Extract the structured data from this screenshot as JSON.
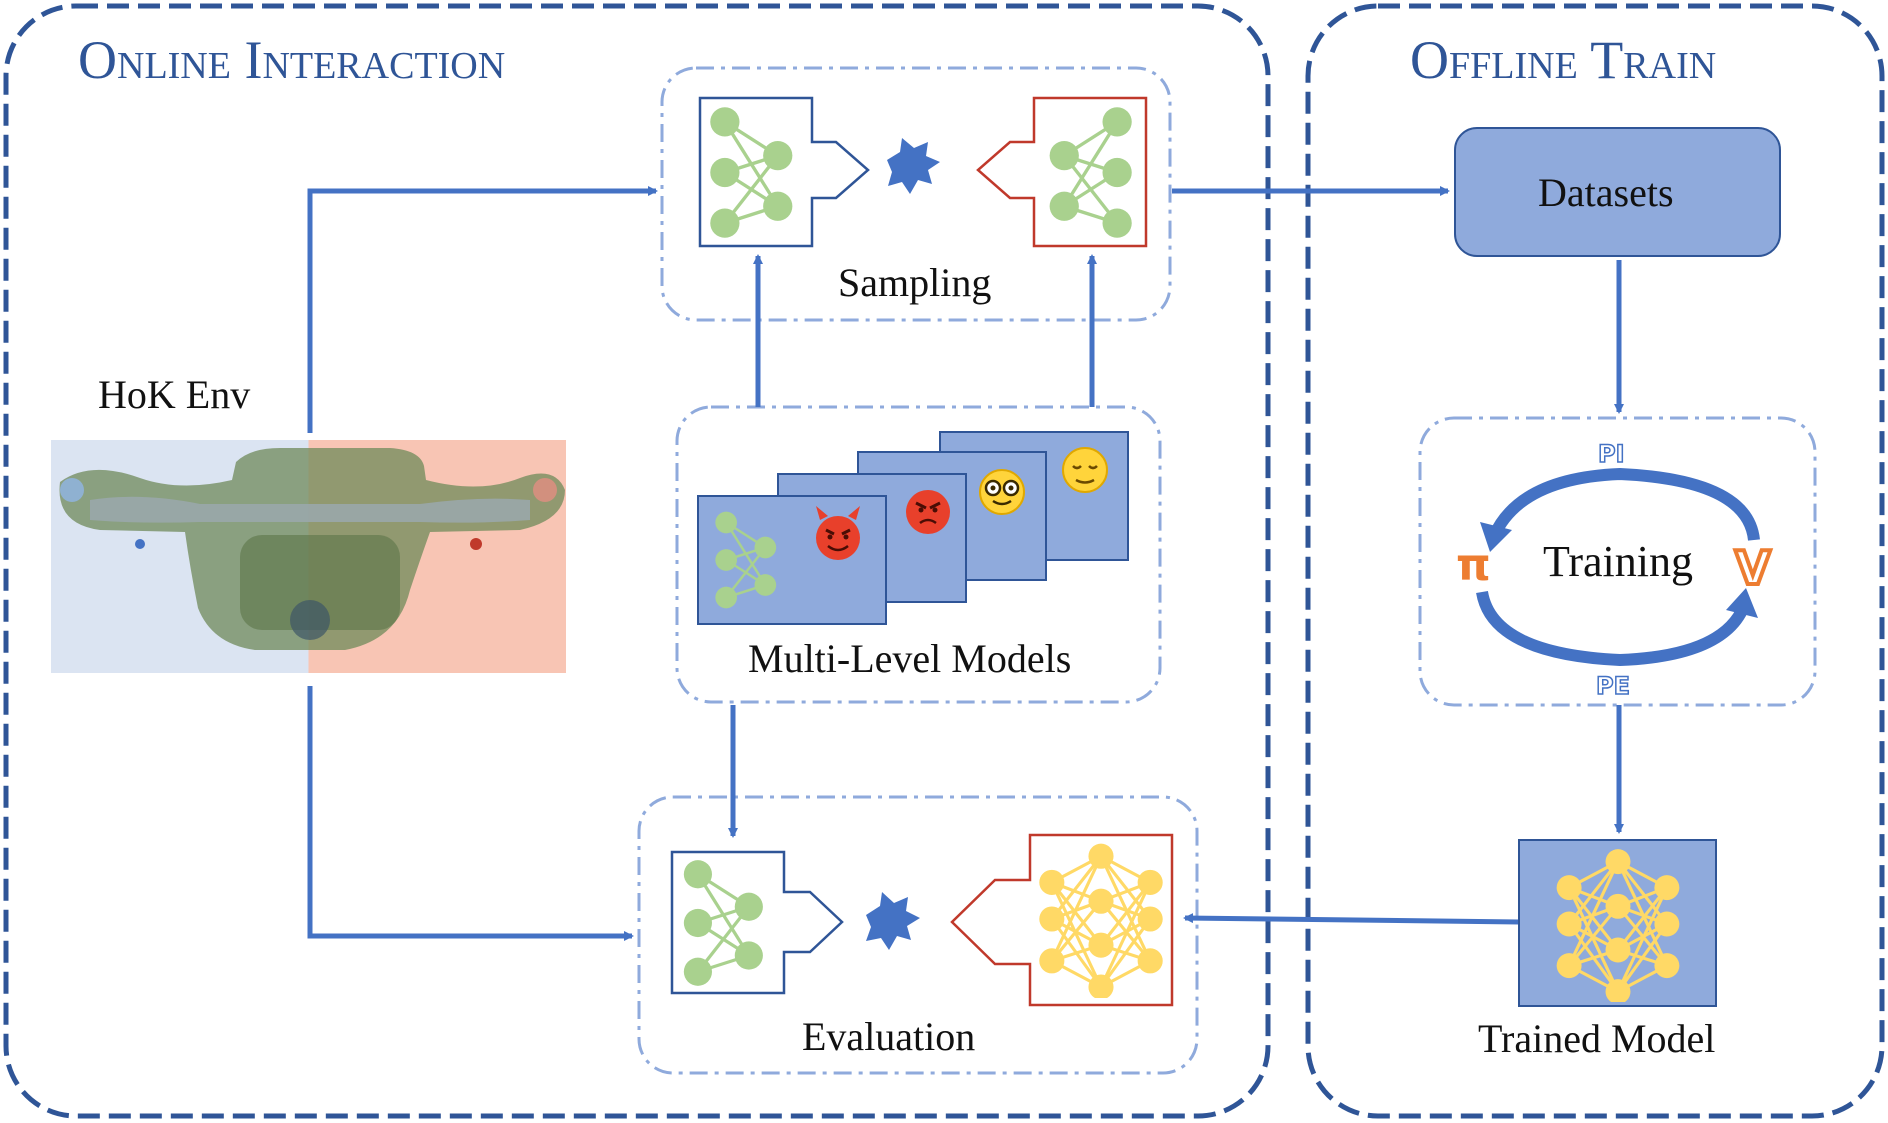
{
  "panels": {
    "online_title": "Online Interaction",
    "offline_title": "Offline Train"
  },
  "labels": {
    "env": "HoK Env",
    "sampling": "Sampling",
    "models": "Multi-Level Models",
    "evaluation": "Evaluation",
    "datasets": "Datasets",
    "training": "Training",
    "trained_model": "Trained Model",
    "pi_top": "PI",
    "pe_bottom": "PE",
    "policy_symbol": "π",
    "value_symbol": "V"
  },
  "colors": {
    "panel_border": "#2F5597",
    "arrow": "#4472C4",
    "dashed_box": "#8FAADC",
    "fill_box": "#8FAADC",
    "green_net": "#A9D18E",
    "yellow_net": "#FFD966",
    "red_outline": "#C0392B",
    "orange": "#ED7D31"
  },
  "icons": {
    "env_map": "game-map-image",
    "model_levels": [
      "devil-face-icon",
      "angry-face-icon",
      "nerd-face-icon",
      "relieved-face-icon"
    ],
    "clash": "burst-icon"
  }
}
